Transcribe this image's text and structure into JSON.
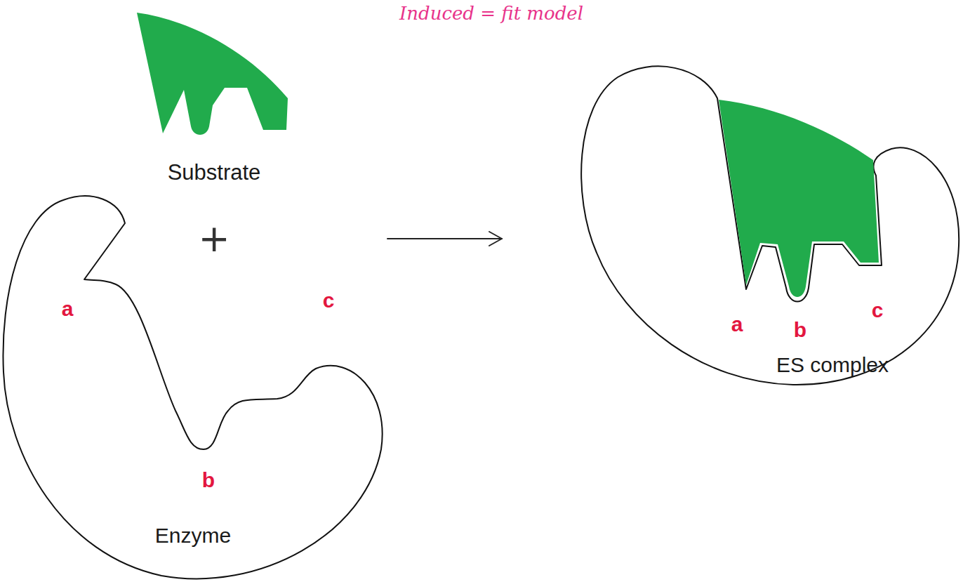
{
  "diagram": {
    "nodes": [
      {
        "text": [
          "Substrate"
        ]
      },
      {
        "text": [
          "Enzyme",
          "a",
          "b",
          "c"
        ]
      },
      {
        "text": [
          "ES complex",
          "a",
          "b",
          "c"
        ]
      }
    ],
    "edges": [
      {
        "from": 1,
        "to": 2,
        "arrow": "to"
      }
    ],
    "labels": [
      "Induced = fit model",
      "+"
    ]
  }
}
